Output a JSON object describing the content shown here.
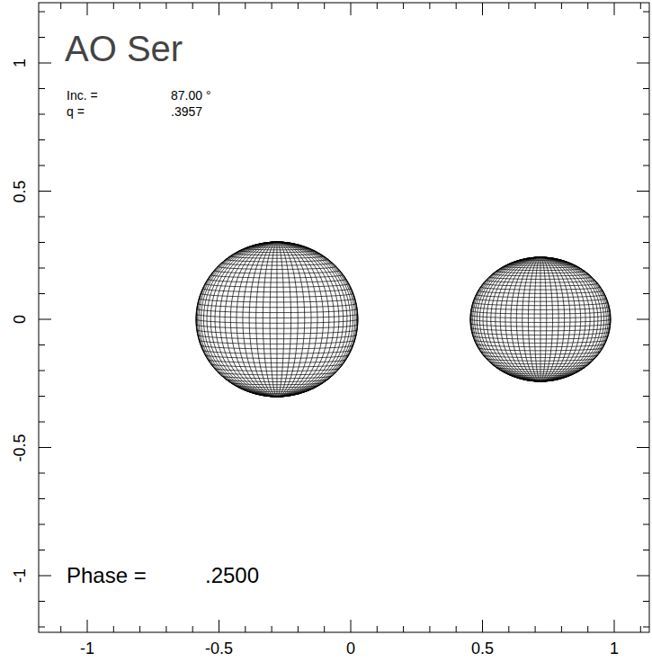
{
  "diagram": {
    "title": "AO Ser",
    "labels": [
      "Inc. =",
      "87.00 °",
      "q =",
      ".3957",
      "Phase =",
      ".2500",
      "1",
      "0.5",
      "0",
      "-0.5",
      "-1",
      "-1",
      "-0.5",
      "0",
      "0.5",
      "1"
    ]
  }
}
